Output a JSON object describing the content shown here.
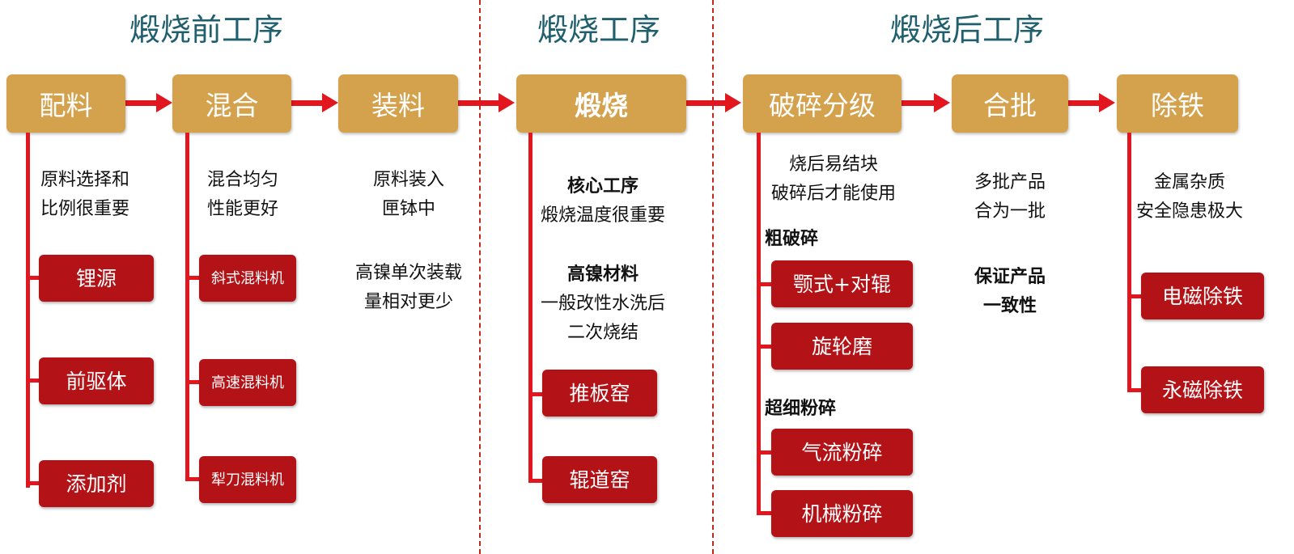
{
  "sections": {
    "pre": "煅烧前工序",
    "calc": "煅烧工序",
    "post": "煅烧后工序"
  },
  "stages": {
    "peiliao": "配料",
    "hunhe": "混合",
    "zhuangliao": "装料",
    "duanshao": "煅烧",
    "posui": "破碎分级",
    "hepi": "合批",
    "chutie": "除铁"
  },
  "descriptions": {
    "peiliao": [
      "原料选择和",
      "比例很重要"
    ],
    "hunhe": [
      "混合均匀",
      "性能更好"
    ],
    "zhuangliao_1": [
      "原料装入",
      "匣钵中"
    ],
    "zhuangliao_2": [
      "高镍单次装载",
      "量相对更少"
    ],
    "duanshao_core_title": "核心工序",
    "duanshao_core_text": "煅烧温度很重要",
    "duanshao_ni_title": "高镍材料",
    "duanshao_ni_text": [
      "一般改性水洗后",
      "二次烧结"
    ],
    "posui": [
      "烧后易结块",
      "破碎后才能使用"
    ],
    "posui_coarse": "粗破碎",
    "posui_fine": "超细粉碎",
    "hepi_1": [
      "多批产品",
      "合为一批"
    ],
    "hepi_2": [
      "保证产品",
      "一致性"
    ],
    "chutie": [
      "金属杂质",
      "安全隐患极大"
    ]
  },
  "boxes": {
    "peiliao": [
      "锂源",
      "前驱体",
      "添加剂"
    ],
    "hunhe": [
      [
        "斜式",
        "混料机"
      ],
      [
        "高速",
        "混料机"
      ],
      [
        "犁刀",
        "混料机"
      ]
    ],
    "duanshao": [
      "推板窑",
      "辊道窑"
    ],
    "posui_coarse": [
      "颚式+对辊",
      "旋轮磨"
    ],
    "posui_fine": [
      "气流粉碎",
      "机械粉碎"
    ],
    "chutie": [
      "电磁除铁",
      "永磁除铁"
    ]
  },
  "colors": {
    "stage": "#d4a24d",
    "box": "#b31217",
    "connector": "#e2161e",
    "section_title": "#1f5f6e"
  }
}
